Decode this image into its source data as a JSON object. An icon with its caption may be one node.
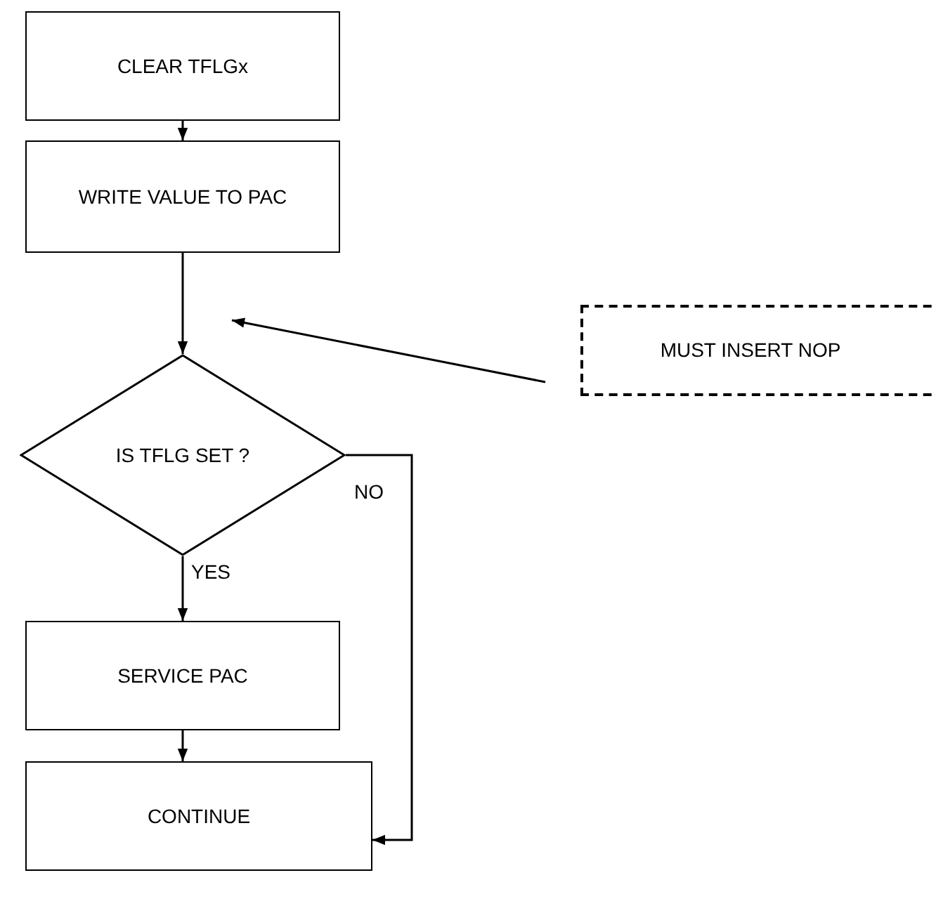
{
  "diagram": {
    "nodes": [
      {
        "text": [
          "CLEAR TFLGx"
        ]
      },
      {
        "text": [
          "WRITE VALUE TO PAC"
        ]
      },
      {
        "text": [
          "IS TFLG SET ?"
        ]
      },
      {
        "text": [
          "SERVICE PAC"
        ]
      },
      {
        "text": [
          "CONTINUE"
        ]
      },
      {
        "text": [
          "MUST INSERT NOP"
        ]
      }
    ],
    "edges": [
      {
        "from": 0,
        "to": 1,
        "arrow": "to"
      },
      {
        "from": 1,
        "to": 2,
        "arrow": "to"
      },
      {
        "from": 2,
        "to": 3,
        "arrow": "to",
        "label": "YES"
      },
      {
        "from": 3,
        "to": 4,
        "arrow": "to"
      },
      {
        "from": 2,
        "to": 4,
        "arrow": "to",
        "label": "NO"
      },
      {
        "from": 5,
        "to": null,
        "arrow": "to"
      }
    ]
  }
}
